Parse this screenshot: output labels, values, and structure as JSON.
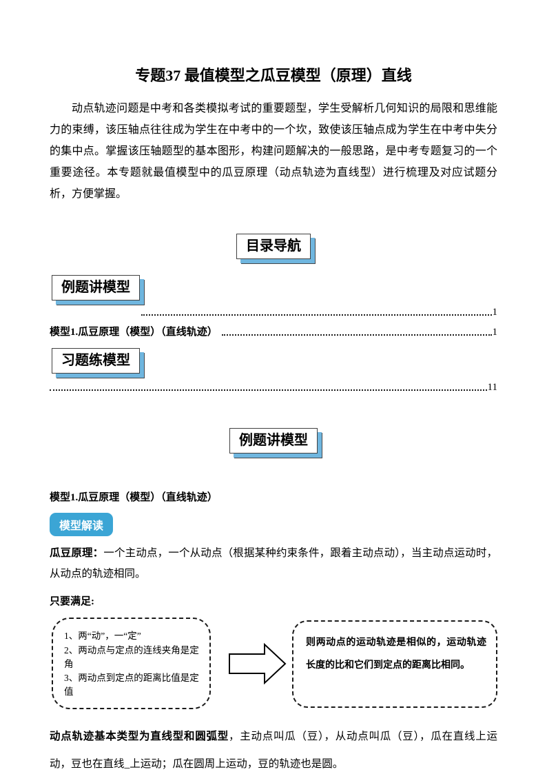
{
  "document": {
    "title": "专题37 最值模型之瓜豆模型（原理）直线",
    "intro": "动点轨迹问题是中考和各类模拟考试的重要题型，学生受解析几何知识的局限和思维能力的束缚，该压轴点往往成为学生在中考中的一个坎，致使该压轴点成为学生在中考中失分的集中点。掌握该压轴题型的基本图形，构建问题解决的一般思路，是中考专题复习的一个重要途径。本专题就最值模型中的瓜豆原理（动点轨迹为直线型）进行梳理及对应试题分析，方便掌握。"
  },
  "toc": {
    "nav_label": "目录导航",
    "section1": {
      "label": "例题讲模型",
      "page": "1"
    },
    "entry1": {
      "label": "模型1.瓜豆原理（模型）（直线轨迹）",
      "page": "1"
    },
    "section2": {
      "label": "习题练模型",
      "page": "11"
    }
  },
  "content": {
    "banner_label": "例题讲模型",
    "model_heading": "模型1.瓜豆原理（模型）（直线轨迹）",
    "badge_label": "模型解读",
    "principle_lead": "瓜豆原理：",
    "principle_text": "一个主动点，一个从动点（根据某种约束条件，跟着主动点动），当主动点运动时，从动点的轨迹相同。",
    "satisfy_label": "只要满足:",
    "conditions": [
      "1、两“动”，一“定”",
      "2、两动点与定点的连线夹角是定角",
      "3、两动点到定点的距离比值是定值"
    ],
    "conclusion": "则两动点的运动轨迹是相似的，运动轨迹长度的比和它们到定点的距离比相同。",
    "summary_lead": "动点轨迹基本类型为直线型和圆弧型",
    "summary_text": "，主动点叫瓜（豆），从动点叫瓜（豆），瓜在直线上运动，豆也在直线_上运动；瓜在圆周上运动，豆的轨迹也是圆。"
  },
  "colors": {
    "badge_blue": "#3BA5D5",
    "box_shadow_blue": "#6FB6DF"
  }
}
